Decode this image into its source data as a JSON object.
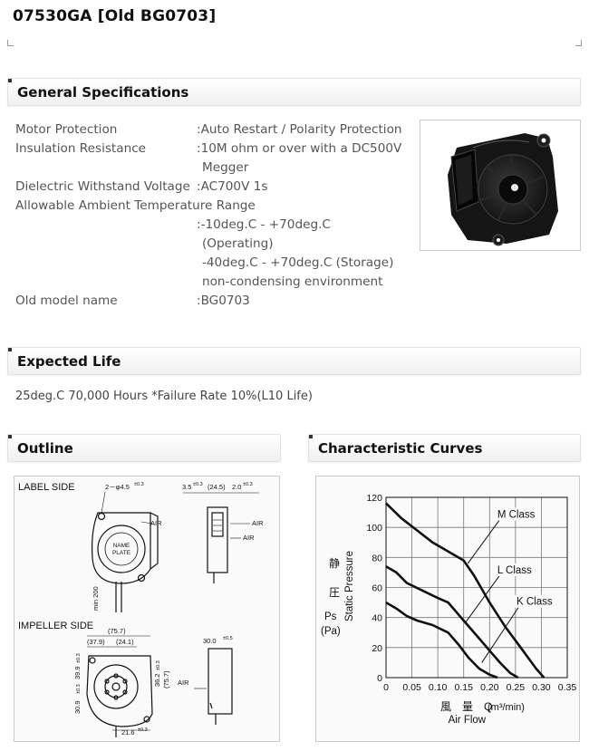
{
  "page": {
    "title": "07530GA [Old BG0703]"
  },
  "sections": {
    "general": "General Specifications",
    "life": "Expected Life",
    "outline": "Outline",
    "curves": "Characteristic Curves"
  },
  "specs": [
    {
      "key": "Motor Protection",
      "value": [
        ":Auto Restart / Polarity Protection"
      ]
    },
    {
      "key": "Insulation Resistance",
      "value": [
        ":10M ohm or over with a DC500V",
        "Megger"
      ]
    },
    {
      "key": "Dielectric Withstand Voltage",
      "value": [
        ":AC700V 1s"
      ]
    },
    {
      "key": "Allowable Ambient Temperature Range",
      "value": []
    },
    {
      "key": "",
      "value": [
        ":-10deg.C - +70deg.C",
        "(Operating)",
        "-40deg.C - +70deg.C (Storage)",
        "non-condensing environment"
      ]
    },
    {
      "key": "Old model name",
      "value": [
        ":BG0703"
      ]
    }
  ],
  "expected_life": "25deg.C 70,000 Hours *Failure Rate 10%(L10 Life)",
  "outline": {
    "label_side": "LABEL SIDE",
    "impeller_side": "IMPELLER SIDE",
    "name_plate": [
      "NAME",
      "PLATE"
    ],
    "air": "AIR",
    "dims": {
      "holes": "2－φ4.5",
      "holes_tol": "±0.3",
      "top1": "3.5",
      "top1_tol": "±0.3",
      "top2": "(24.5)",
      "top3": "2.0",
      "top3_tol": "±0.3",
      "lead": "min 200",
      "w1": "(75.7)",
      "w2": "(37.9)",
      "w3": "(24.1)",
      "depth": "30.0",
      "depth_tol": "±0.5",
      "h1": "30.9",
      "h1_tol": "±0.3",
      "h2": "39.9",
      "h2_tol": "±0.3",
      "h3": "36.2",
      "h3_tol": "±0.3",
      "h4": "(75.7)",
      "bottom": "21.6",
      "bottom_tol": "±0.3"
    }
  },
  "chart_data": {
    "type": "line",
    "x_ticks": [
      "0",
      "0.05",
      "0.10",
      "0.15",
      "0.20",
      "0.25",
      "0.30",
      "0.35"
    ],
    "y_ticks": [
      "0",
      "20",
      "40",
      "60",
      "80",
      "100",
      "120"
    ],
    "xlim": [
      0,
      0.35
    ],
    "ylim": [
      0,
      120
    ],
    "grid": true,
    "xlabel_jp": "風　量　Q",
    "xlabel_unit": "(m³/min)",
    "xlabel_en": "Air Flow",
    "ylabel_jp": [
      "静",
      "圧",
      "Ps"
    ],
    "ylabel_unit": "(Pa)",
    "ylabel_en": "Static Pressure",
    "series": [
      {
        "name": "M Class",
        "x": [
          0,
          0.03,
          0.06,
          0.09,
          0.12,
          0.15,
          0.17,
          0.2,
          0.23,
          0.26,
          0.29,
          0.305
        ],
        "y": [
          116,
          106,
          98,
          90,
          84,
          78,
          68,
          50,
          34,
          20,
          6,
          0
        ]
      },
      {
        "name": "L Class",
        "x": [
          0,
          0.02,
          0.04,
          0.07,
          0.1,
          0.12,
          0.14,
          0.16,
          0.18,
          0.2,
          0.22,
          0.24,
          0.255
        ],
        "y": [
          74,
          70,
          63,
          58,
          53,
          50,
          42,
          34,
          26,
          18,
          10,
          3,
          0
        ]
      },
      {
        "name": "K Class",
        "x": [
          0,
          0.02,
          0.04,
          0.06,
          0.09,
          0.12,
          0.14,
          0.16,
          0.18,
          0.2,
          0.215
        ],
        "y": [
          50,
          46,
          41,
          38,
          35,
          30,
          22,
          13,
          6,
          2,
          0
        ]
      }
    ],
    "labels": [
      "M Class",
      "L Class",
      "K Class"
    ]
  }
}
